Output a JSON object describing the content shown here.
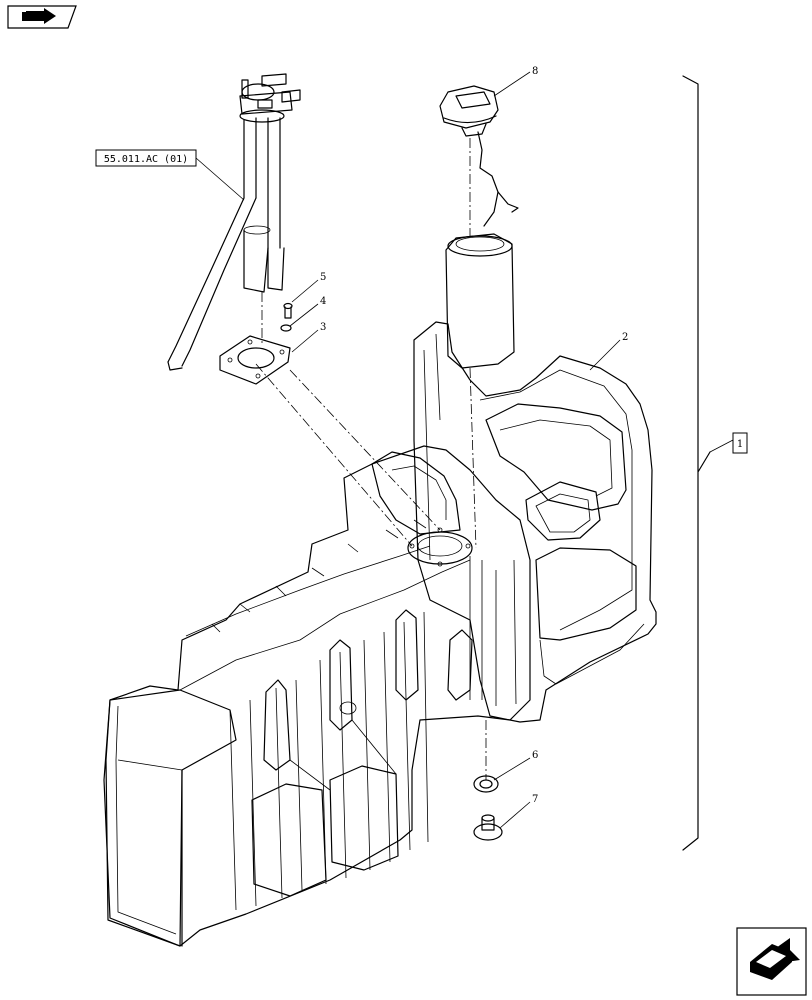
{
  "reference_label": "55.011.AC (01)",
  "assembly_label": "1",
  "callouts": {
    "c2": "2",
    "c3": "3",
    "c4": "4",
    "c5": "5",
    "c6": "6",
    "c7": "7",
    "c8": "8"
  },
  "icons": {
    "top_left": "book-arrow-icon",
    "bottom_right": "next-page-arrow-icon"
  }
}
